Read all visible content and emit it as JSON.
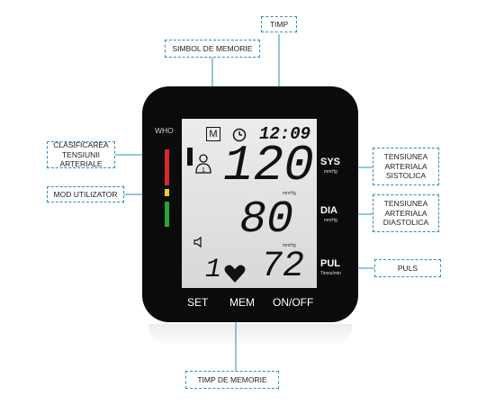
{
  "callouts": {
    "timp": "TIMP",
    "simbol_memorie": "SIMBOL DE MEMORIE",
    "clasificarea": "CLASIFICAREA TENSIUNII ARTERIALE",
    "mod_utilizator": "MOD UTILIZATOR",
    "sistolica": "TENSIUNEA ARTERIALA SISTOLICA",
    "diastolica": "TENSIUNEA ARTERIALA DIASTOLICA",
    "puls": "PULS",
    "timp_memorie": "TIMP DE MEMORIE"
  },
  "device": {
    "who_label": "WHO",
    "memory_symbol": "M",
    "time": "12:09",
    "systolic": "120",
    "diastolic": "80",
    "pulse": "72",
    "memory_index": "1",
    "unit_mmhg": "mmHg",
    "sys_label": "SYS",
    "sys_unit": "mmHg",
    "dia_label": "DIA",
    "dia_unit": "mmHg",
    "pul_label": "PUL",
    "pul_unit": "Times/min",
    "buttons": {
      "set": "SET",
      "mem": "MEM",
      "onoff": "ON/OFF"
    }
  },
  "colors": {
    "callout_border": "#2a8fb8",
    "device_body": "#0b0b0b",
    "lcd": "#e4e4e4",
    "who_red": "#d42a2a",
    "who_yellow": "#e8d21a",
    "who_green": "#2aa33a"
  }
}
